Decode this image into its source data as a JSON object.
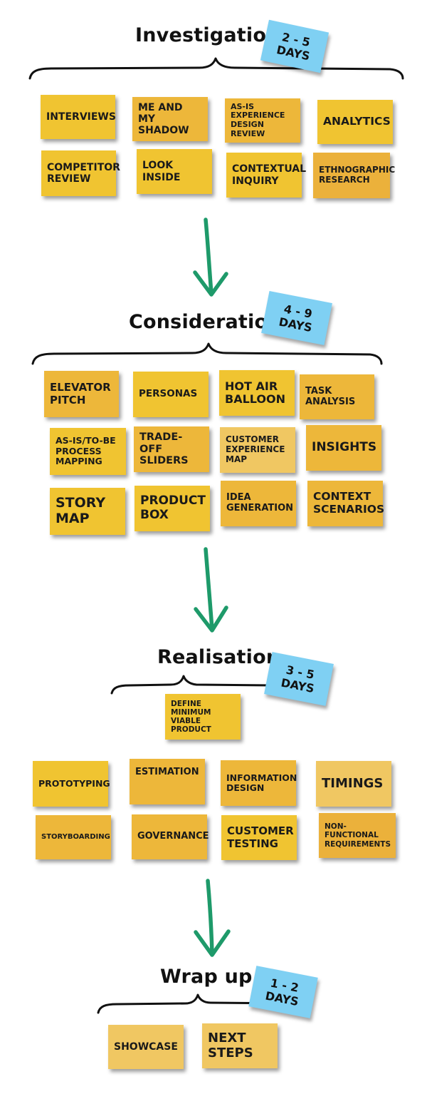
{
  "colors": {
    "arrow": "#1e9a6a",
    "badge": "#7fd0f3",
    "note_yellow": "#f0c431",
    "note_orange": "#edb73a"
  },
  "phases": [
    {
      "title": "Investigation",
      "duration_line1": "2 - 5",
      "duration_line2": "DAYS",
      "notes": [
        "INTERVIEWS",
        "ME AND MY SHADOW",
        "AS-IS EXPERIENCE DESIGN REVIEW",
        "ANALYTICS",
        "COMPETITOR REVIEW",
        "LOOK INSIDE",
        "CONTEXTUAL INQUIRY",
        "ETHNOGRAPHIC RESEARCH"
      ]
    },
    {
      "title": "Consideration",
      "duration_line1": "4 - 9",
      "duration_line2": "DAYS",
      "notes": [
        "ELEVATOR PITCH",
        "PERSONAS",
        "HOT AIR BALLOON",
        "TASK ANALYSIS",
        "AS-IS/TO-BE PROCESS MAPPING",
        "TRADE-OFF SLIDERS",
        "CUSTOMER EXPERIENCE MAP",
        "INSIGHTS",
        "STORY MAP",
        "PRODUCT BOX",
        "IDEA GENERATION",
        "CONTEXT SCENARIOS"
      ]
    },
    {
      "title": "Realisation",
      "duration_line1": "3 - 5",
      "duration_line2": "DAYS",
      "notes": [
        "DEFINE MINIMUM VIABLE PRODUCT",
        "PROTOTYPING",
        "ESTIMATION",
        "INFORMATION DESIGN",
        "TIMINGS",
        "STORYBOARDING",
        "GOVERNANCE",
        "CUSTOMER TESTING",
        "NON-FUNCTIONAL REQUIREMENTS"
      ]
    },
    {
      "title": "Wrap up",
      "duration_line1": "1 - 2",
      "duration_line2": "DAYS",
      "notes": [
        "SHOWCASE",
        "NEXT STEPS"
      ]
    }
  ]
}
